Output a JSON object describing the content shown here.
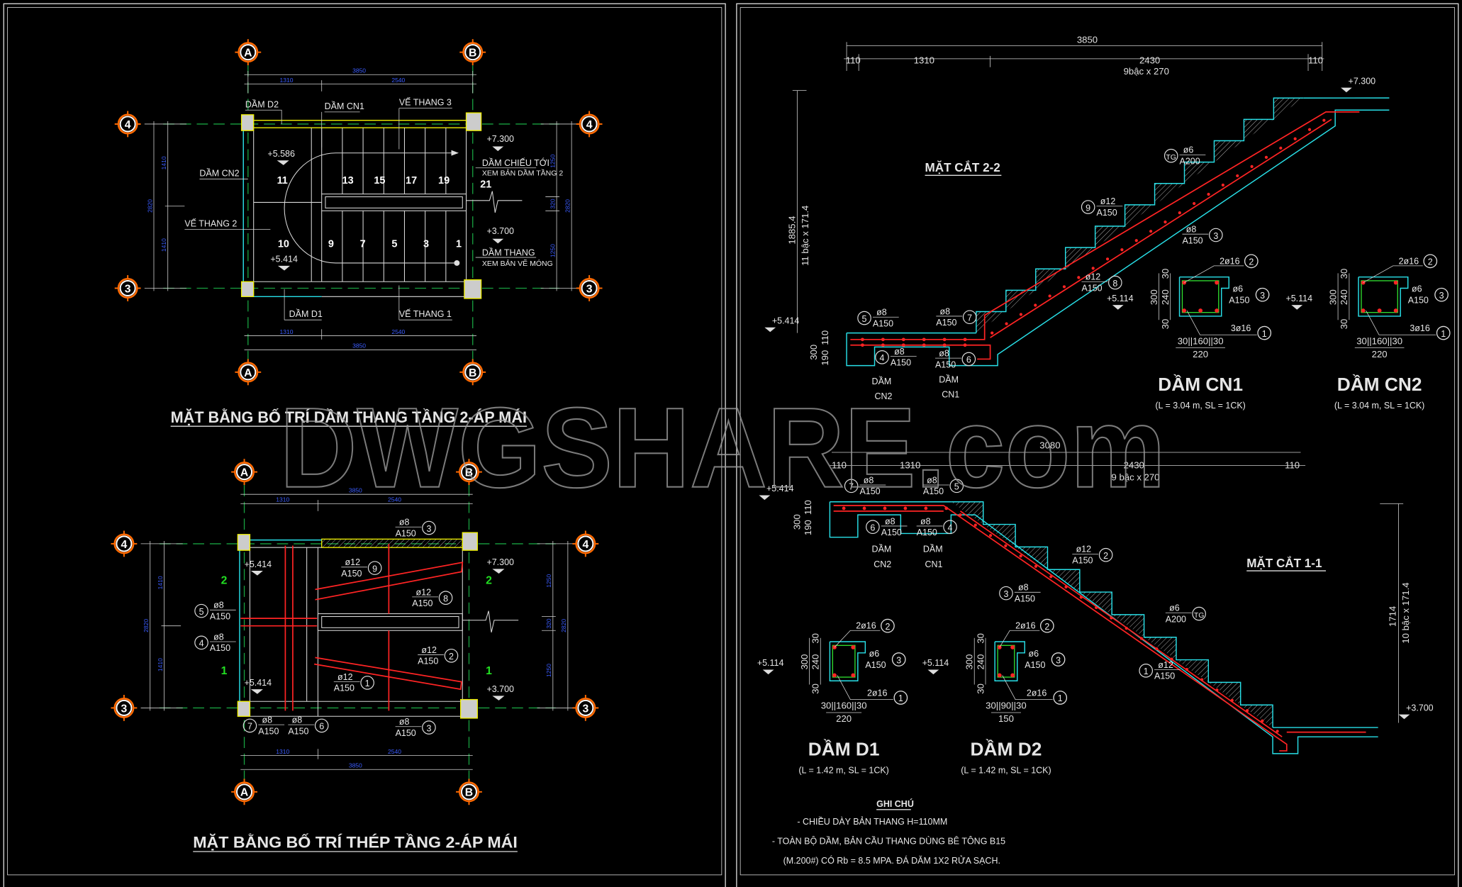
{
  "colors": {
    "background": "#000000",
    "concrete_outline": "#28e0e8",
    "rebar": "#ff2424",
    "grid": "#18a040",
    "dimension": "#3a5cff",
    "column": "#f0f000",
    "bubble": "#ff6a00"
  },
  "watermark": "DWGSHARE.com",
  "plan_beams": {
    "title": "MẶT BẰNG BỐ TRÍ DẦM THANG TẦNG 2-ÁP MÁI",
    "grid": {
      "a": "A",
      "b": "B",
      "g4": "4",
      "g3": "3"
    },
    "dims": {
      "total_x": "3850",
      "x1": "1310",
      "x2": "2540",
      "total_y": "2820",
      "y1": "1410",
      "y2": "1410",
      "r1": "1250",
      "r2": "320",
      "r3": "1250"
    },
    "labels": {
      "dam_d2": "DẦM D2",
      "dam_cn1": "DẦM CN1",
      "ve_thang_3": "VẾ THANG 3",
      "dam_cn2": "DẦM CN2",
      "ve_thang_2": "VẾ THANG 2",
      "dam_d1": "DẦM D1",
      "ve_thang_1": "VẾ THANG 1",
      "dam_chieu_toi": "DẦM CHIẾU TỚI",
      "xem_ban_dam": "XEM BẢN DẦM TẦNG 2",
      "dam_thang": "DẦM THANG",
      "xem_ban_ve_mong": "XEM BẢN VẼ MÓNG"
    },
    "levels": {
      "l7300": "+7.300",
      "l5586": "+5.586",
      "l3700": "+3.700",
      "l5414": "+5.414"
    },
    "steps_upper": [
      "11",
      "13",
      "15",
      "17",
      "19",
      "21"
    ],
    "steps_lower": [
      "10",
      "9",
      "7",
      "5",
      "3",
      "1"
    ]
  },
  "plan_rebar": {
    "title": "MẶT BẰNG BỐ TRÍ THÉP TẦNG 2-ÁP MÁI",
    "grid": {
      "a": "A",
      "b": "B",
      "g4": "4",
      "g3": "3"
    },
    "dims": {
      "total_x": "3850",
      "x1": "1310",
      "x2": "2540",
      "total_y": "2820",
      "y1": "1410",
      "y2": "1410",
      "r1": "1250",
      "r2": "320",
      "r3": "1250"
    },
    "levels": {
      "l5414a": "+5.414",
      "l7300": "+7.300",
      "l5414b": "+5.414",
      "l3700": "+3.700"
    },
    "section_marks": {
      "s2": "2",
      "s1": "1"
    },
    "tags": [
      {
        "dia": "ø8",
        "spacing": "A150",
        "no": "3"
      },
      {
        "dia": "ø12",
        "spacing": "A150",
        "no": "9"
      },
      {
        "dia": "ø12",
        "spacing": "A150",
        "no": "8"
      },
      {
        "dia": "ø8",
        "spacing": "A150",
        "no": "5"
      },
      {
        "dia": "ø8",
        "spacing": "A150",
        "no": "4"
      },
      {
        "dia": "ø12",
        "spacing": "A150",
        "no": "2"
      },
      {
        "dia": "ø12",
        "spacing": "A150",
        "no": "1"
      },
      {
        "dia": "ø8",
        "spacing": "A150",
        "no": "7"
      },
      {
        "dia": "ø8",
        "spacing": "A150",
        "no": "6"
      },
      {
        "dia": "ø8",
        "spacing": "A150",
        "no": "3"
      }
    ]
  },
  "section_22": {
    "title": "MẶT CẮT 2-2",
    "dims": {
      "total": "3850",
      "a": "110",
      "b": "1310",
      "c": "2430",
      "d": "110",
      "steps": "9bậc x 270",
      "height": "1885.4",
      "height_steps": "11 bậc x 171.4",
      "slab": "300",
      "s1": "190",
      "s2": "110"
    },
    "levels": {
      "top": "+7.300",
      "bottom": "+5.414"
    },
    "tags": [
      {
        "dia": "ø6",
        "spacing": "A200",
        "no": "TG"
      },
      {
        "dia": "ø12",
        "spacing": "A150",
        "no": "9"
      },
      {
        "dia": "ø8",
        "spacing": "A150",
        "no": "3"
      },
      {
        "dia": "ø12",
        "spacing": "A150",
        "no": "8"
      },
      {
        "dia": "ø8",
        "spacing": "A150",
        "no": "5"
      },
      {
        "dia": "ø8",
        "spacing": "A150",
        "no": "7"
      },
      {
        "dia": "ø8",
        "spacing": "A150",
        "no": "4"
      },
      {
        "dia": "ø8",
        "spacing": "A150",
        "no": "6"
      }
    ],
    "beam_labels": {
      "l1a": "DẦM",
      "l1b": "CN2",
      "l2a": "DẦM",
      "l2b": "CN1"
    }
  },
  "section_11": {
    "title": "MẶT CẮT 1-1",
    "dims": {
      "total": "3080",
      "a": "110",
      "b": "1310",
      "c": "2430",
      "d": "110",
      "steps": "9 bậc x 270",
      "height": "1714",
      "height_steps": "10 bậc x 171.4",
      "slab": "300",
      "s1": "190",
      "s2": "110"
    },
    "levels": {
      "top": "+5.414",
      "bottom": "+3.700"
    },
    "tags": [
      {
        "dia": "ø8",
        "spacing": "A150",
        "no": "7"
      },
      {
        "dia": "ø8",
        "spacing": "A150",
        "no": "5"
      },
      {
        "dia": "ø8",
        "spacing": "A150",
        "no": "6"
      },
      {
        "dia": "ø8",
        "spacing": "A150",
        "no": "4"
      },
      {
        "dia": "ø12",
        "spacing": "A150",
        "no": "2"
      },
      {
        "dia": "ø8",
        "spacing": "A150",
        "no": "3"
      },
      {
        "dia": "ø6",
        "spacing": "A200",
        "no": "TG"
      },
      {
        "dia": "ø12",
        "spacing": "A150",
        "no": "1"
      }
    ],
    "beam_labels": {
      "l1a": "DẦM",
      "l1b": "CN2",
      "l2a": "DẦM",
      "l2b": "CN1"
    }
  },
  "beams": [
    {
      "name": "DẦM CN1",
      "spec": "(L = 3.04 m, SL = 1CK)",
      "top": "2ø16",
      "top_no": "2",
      "stirrup": "ø6",
      "stirrup_sp": "A150",
      "stirrup_no": "3",
      "bottom": "3ø16",
      "bottom_no": "1",
      "level": "+5.114",
      "h": "300",
      "h_in": "240",
      "c1": "30",
      "c2": "30",
      "w_parts": "30||160||30",
      "w": "220"
    },
    {
      "name": "DẦM CN2",
      "spec": "(L = 3.04 m, SL = 1CK)",
      "top": "2ø16",
      "top_no": "2",
      "stirrup": "ø6",
      "stirrup_sp": "A150",
      "stirrup_no": "3",
      "bottom": "3ø16",
      "bottom_no": "1",
      "level": "+5.114",
      "h": "300",
      "h_in": "240",
      "c1": "30",
      "c2": "30",
      "w_parts": "30||160||30",
      "w": "220"
    },
    {
      "name": "DẦM D1",
      "spec": "(L = 1.42 m, SL = 1CK)",
      "top": "2ø16",
      "top_no": "2",
      "stirrup": "ø6",
      "stirrup_sp": "A150",
      "stirrup_no": "3",
      "bottom": "2ø16",
      "bottom_no": "1",
      "level": "+5.114",
      "h": "300",
      "h_in": "240",
      "c1": "30",
      "c2": "30",
      "w_parts": "30||160||30",
      "w": "220"
    },
    {
      "name": "DẦM D2",
      "spec": "(L = 1.42 m, SL = 1CK)",
      "top": "2ø16",
      "top_no": "2",
      "stirrup": "ø6",
      "stirrup_sp": "A150",
      "stirrup_no": "3",
      "bottom": "2ø16",
      "bottom_no": "1",
      "level": "+5.114",
      "h": "300",
      "h_in": "240",
      "c1": "30",
      "c2": "30",
      "w_parts": "30||90||30",
      "w": "150"
    }
  ],
  "notes": {
    "heading": "GHI CHÚ",
    "lines": [
      "- CHIỀU DÀY BẢN THANG H=110MM",
      "- TOÀN BỘ  DẦM, BẢN CẦU THANG DÙNG BÊ TÔNG B15",
      "(M.200#) CÓ Rb = 8.5 MPA. ĐÁ DĂM 1X2 RỬA SẠCH."
    ]
  }
}
